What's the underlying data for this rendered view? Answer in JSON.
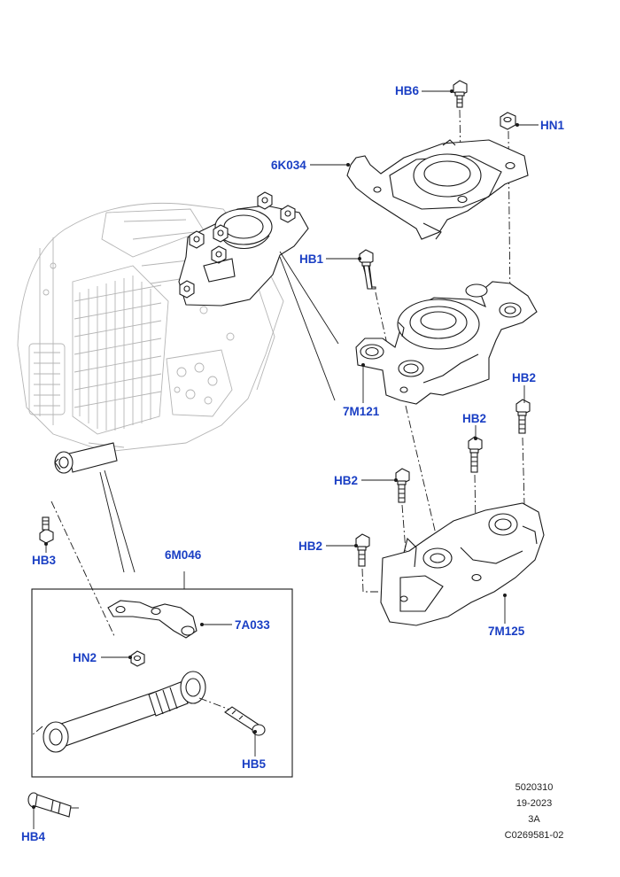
{
  "callouts": {
    "HB6": "HB6",
    "HN1": "HN1",
    "6K034": "6K034",
    "HB1": "HB1",
    "7M121": "7M121",
    "HB2_a": "HB2",
    "HB2_b": "HB2",
    "HB2_c": "HB2",
    "HB2_d": "HB2",
    "7M125": "7M125",
    "HB3": "HB3",
    "6M046": "6M046",
    "7A033": "7A033",
    "HN2": "HN2",
    "HB5": "HB5",
    "HB4": "HB4"
  },
  "footer": {
    "line1": "5020310",
    "line2": "19-2023",
    "line3": "3A",
    "line4": "C0269581-02"
  },
  "colors": {
    "callout": "#1a3fc4",
    "line_art": "#1a1a1a",
    "ghost_art": "#b8b8b8"
  }
}
